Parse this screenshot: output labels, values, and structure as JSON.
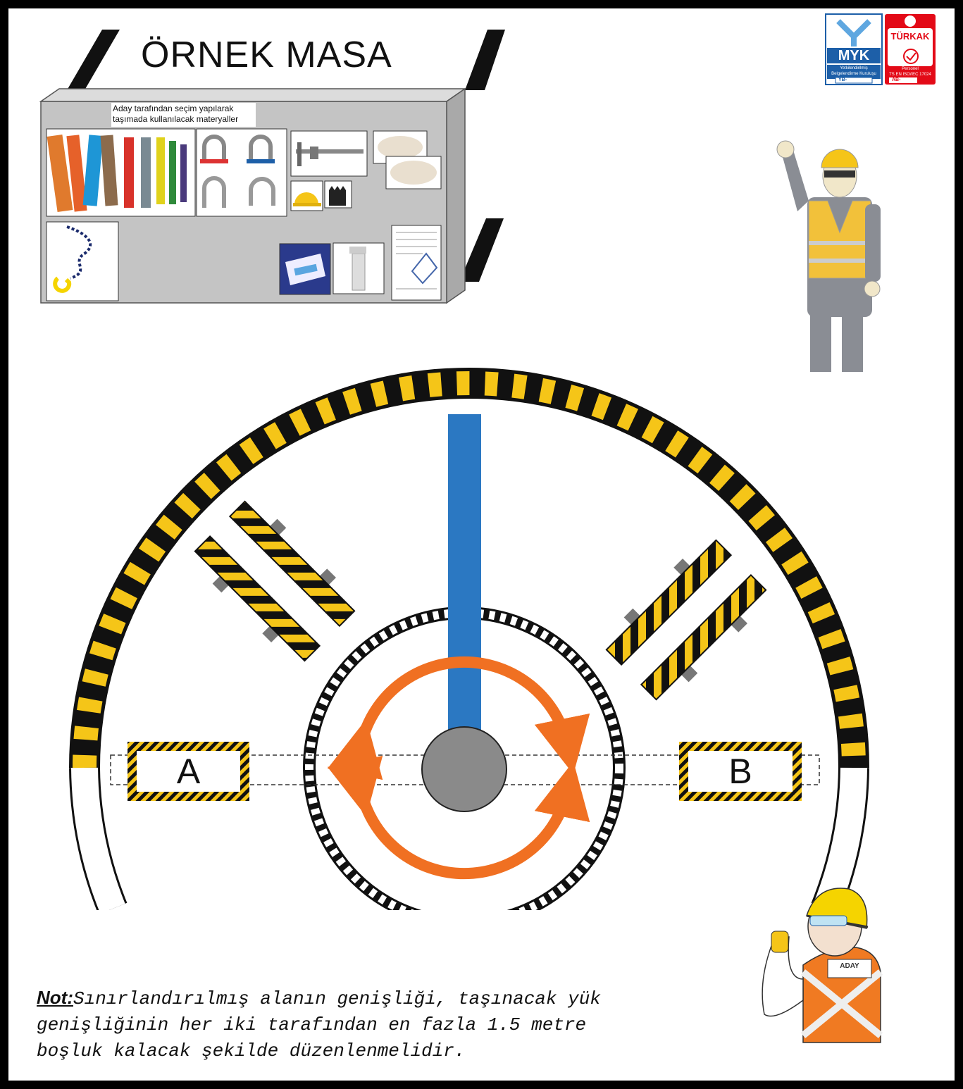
{
  "title": "ÖRNEK MASA",
  "table_caption_line1": "Aday tarafından seçim yapılarak",
  "table_caption_line2": "taşımada kullanılacak materyaller",
  "logos": {
    "myk_text": "MYK",
    "myk_sub1": "Yetkilendirilmiş",
    "myk_sub2": "Belgelendirme Kuruluşu",
    "myk_code": "YB-",
    "turkak_text": "TÜRKAK",
    "turkak_sub1": "Personel",
    "turkak_sub2": "TS EN ISO/IEC 17024",
    "turkak_code": "AB-"
  },
  "zone_a_label": "A",
  "zone_b_label": "B",
  "candidate_vest_label": "ADAY",
  "note": {
    "label": "Not:",
    "line1": "Sınırlandırılmış alanın genişliği, taşınacak yük",
    "line2": "genişliğinin her iki tarafından en fazla 1.5 metre",
    "line3": "boşluk kalacak şekilde düzenlenmelidir."
  },
  "colors": {
    "hazard_yellow": "#f5c518",
    "crane_boom_blue": "#2b78c2",
    "rotation_arrow_orange": "#f07022",
    "table_gray": "#c4c4c4",
    "myk_blue": "#1d5fa8",
    "turkak_red": "#e30a17"
  },
  "icons": [
    "flagman-icon",
    "candidate-worker-icon",
    "crane-pivot-icon",
    "sling-icon",
    "shackle-icon",
    "caliper-icon",
    "helmet-icon",
    "gloves-icon",
    "cotton-icon",
    "chain-hook-icon",
    "box-icon",
    "document-icon"
  ]
}
